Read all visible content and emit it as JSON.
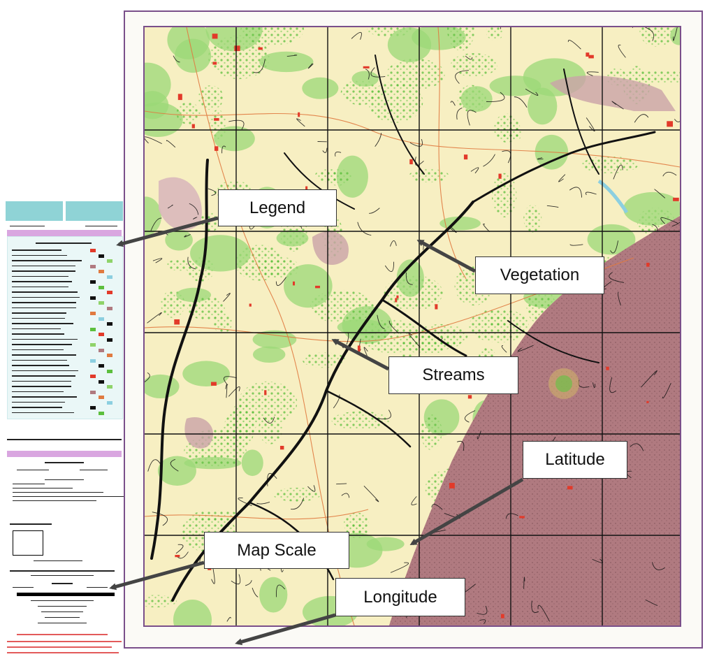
{
  "callouts": {
    "legend": "Legend",
    "vegetation": "Vegetation",
    "streams": "Streams",
    "latitude": "Latitude",
    "map_scale": "Map Scale",
    "longitude": "Longitude"
  },
  "colors": {
    "frame": "#7a4f8a",
    "background_land": "#f7efc2",
    "vegetation": "#8fd36a",
    "dense_vegetation": "#5cbf3d",
    "streams": "#111111",
    "urban": "#b07a80",
    "roads": "#e07a40",
    "settlement": "#e23a2a",
    "water": "#8ccfe0",
    "grid": "#111111",
    "legend_panel": "#eaf7f7",
    "panel_header": "#8fd3d6",
    "panel_bar": "#d9a6e0"
  },
  "icons": [
    "arrow-icon"
  ]
}
